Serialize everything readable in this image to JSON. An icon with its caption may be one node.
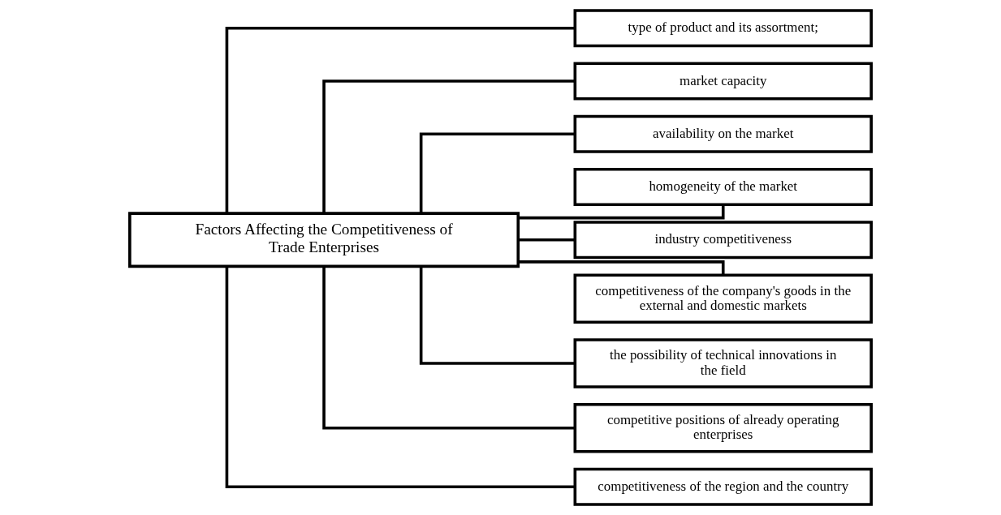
{
  "diagram": {
    "nodes": [
      {
        "text": [
          "Factors Affecting the Competitiveness of Trade Enterprises"
        ]
      },
      {
        "text": [
          "type of product and its assortment;"
        ]
      },
      {
        "text": [
          "market capacity"
        ]
      },
      {
        "text": [
          "availability on the market"
        ]
      },
      {
        "text": [
          "homogeneity of the market"
        ]
      },
      {
        "text": [
          "industry competitiveness"
        ]
      },
      {
        "text": [
          "competitiveness of the company's goods in the external and domestic markets"
        ]
      },
      {
        "text": [
          "the possibility of technical innovations in the field"
        ]
      },
      {
        "text": [
          "competitive positions of already operating enterprises"
        ]
      },
      {
        "text": [
          "competitiveness of the region and the country"
        ]
      }
    ],
    "edges": [
      {
        "from": 0,
        "to": 1,
        "arrow": "none"
      },
      {
        "from": 0,
        "to": 2,
        "arrow": "none"
      },
      {
        "from": 0,
        "to": 3,
        "arrow": "none"
      },
      {
        "from": 0,
        "to": 4,
        "arrow": "none"
      },
      {
        "from": 0,
        "to": 5,
        "arrow": "none"
      },
      {
        "from": 0,
        "to": 6,
        "arrow": "none"
      },
      {
        "from": 0,
        "to": 7,
        "arrow": "none"
      },
      {
        "from": 0,
        "to": 8,
        "arrow": "none"
      },
      {
        "from": 0,
        "to": 9,
        "arrow": "none"
      }
    ]
  }
}
